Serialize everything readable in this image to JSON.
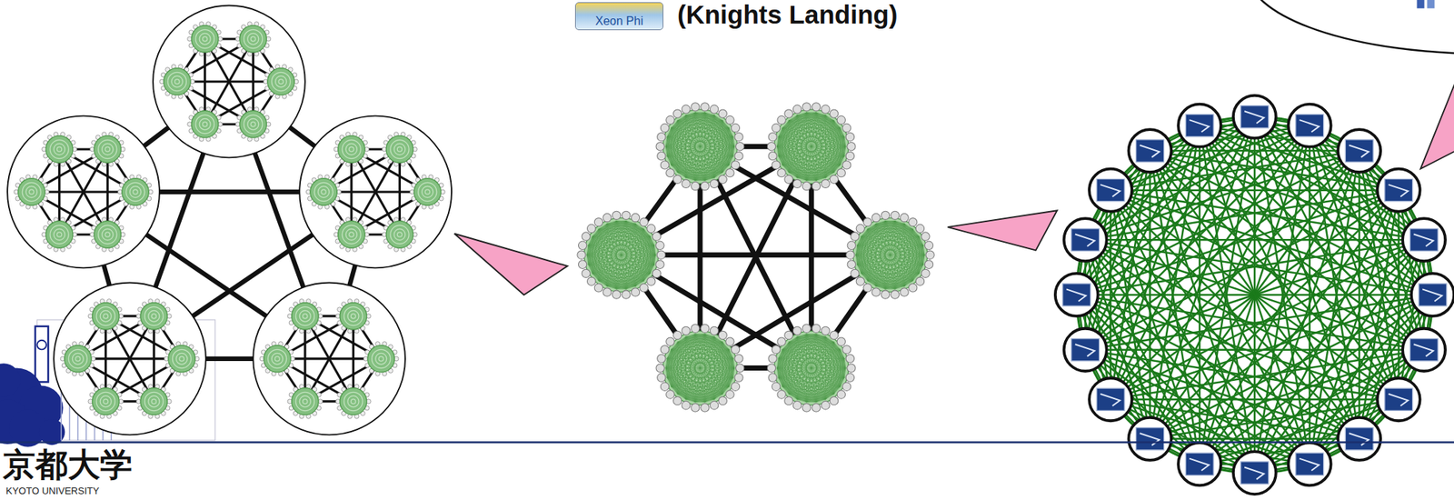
{
  "diagram": {
    "nodes": [
      {
        "text": [
          "Xeon Phi"
        ]
      }
    ],
    "labels": [
      "(Knights Landing)",
      "京都大学",
      "KYOTO UNIVERSITY"
    ]
  }
}
